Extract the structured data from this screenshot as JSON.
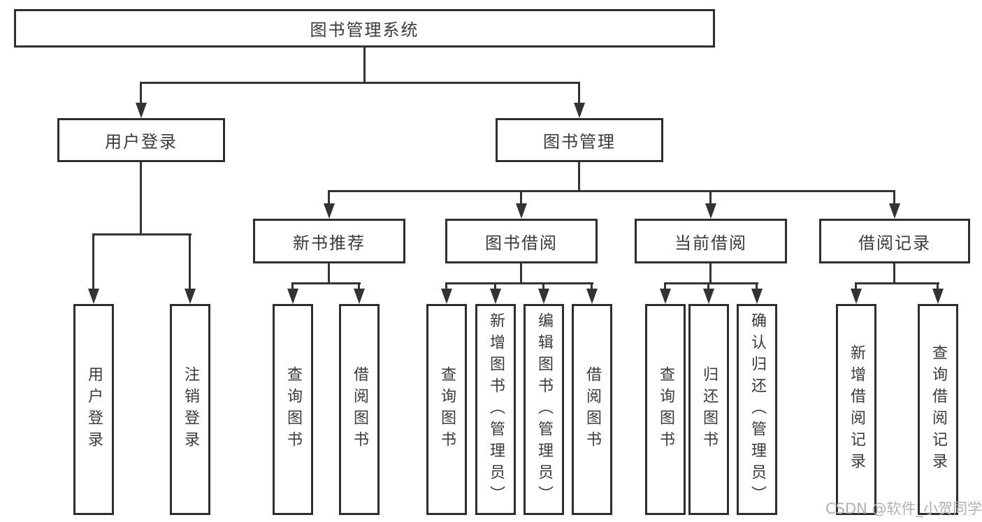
{
  "diagram": {
    "root": {
      "label": "图书管理系统"
    },
    "level2": [
      {
        "label": "用户登录"
      },
      {
        "label": "图书管理"
      }
    ],
    "level3": [
      {
        "label": "新书推荐"
      },
      {
        "label": "图书借阅"
      },
      {
        "label": "当前借阅"
      },
      {
        "label": "借阅记录"
      }
    ],
    "leaves": {
      "user_login": [
        "用户登录",
        "注销登录"
      ],
      "new_book_rec": [
        "查询图书",
        "借阅图书"
      ],
      "book_borrow": [
        "查询图书",
        "新增图书（管理员）",
        "编辑图书（管理员）",
        "借阅图书"
      ],
      "current_borrow": [
        "查询图书",
        "归还图书",
        "确认归还（管理员）"
      ],
      "borrow_records": [
        "新增借阅记录",
        "查询借阅记录"
      ]
    }
  },
  "watermark": {
    "text": "CSDN @软件_小贺同学",
    "color": "#b0b0b0"
  },
  "colors": {
    "background": "#ffffff",
    "box_border": "#2e2e2e",
    "connector_line": "#333333",
    "text": "#3a3a3a"
  }
}
